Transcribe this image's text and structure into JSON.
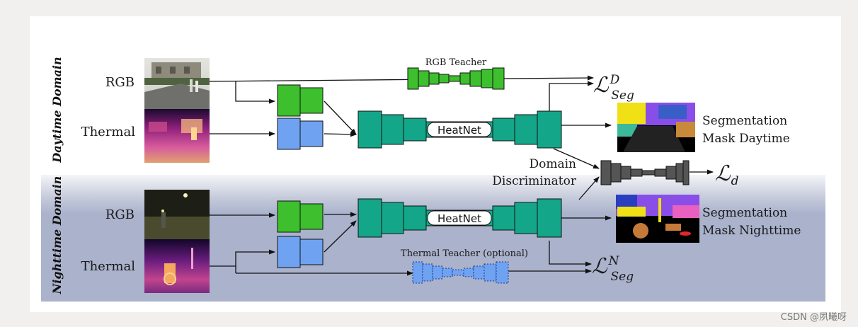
{
  "domains": {
    "day": "Daytime Domain",
    "night": "Nighttime Domain"
  },
  "inputs": {
    "day_rgb": "RGB",
    "day_thermal": "Thermal",
    "night_rgb": "RGB",
    "night_thermal": "Thermal"
  },
  "networks": {
    "rgb_teacher": "RGB Teacher",
    "thermal_teacher": "Thermal Teacher (optional)",
    "heatnet_day": "HeatNet",
    "heatnet_night": "HeatNet",
    "discriminator_line1": "Domain",
    "discriminator_line2": "Discriminator"
  },
  "losses": {
    "seg_day_base": "ℒ",
    "seg_day_sup": "D",
    "seg_day_sub": "Seg",
    "discriminator_base": "ℒ",
    "discriminator_sub": "d",
    "seg_night_base": "ℒ",
    "seg_night_sup": "N",
    "seg_night_sub": "Seg"
  },
  "outputs": {
    "day_line1": "Segmentation",
    "day_line2": "Mask Daytime",
    "night_line1": "Segmentation",
    "night_line2": "Mask Nighttime"
  },
  "watermark": "CSDN @夙曦呀",
  "colors": {
    "rgb_encoder": "#3dbf2e",
    "thermal_encoder": "#6fa3f2",
    "heatnet": "#13a689",
    "discriminator": "#555555",
    "night_band": "#aab2cc"
  }
}
